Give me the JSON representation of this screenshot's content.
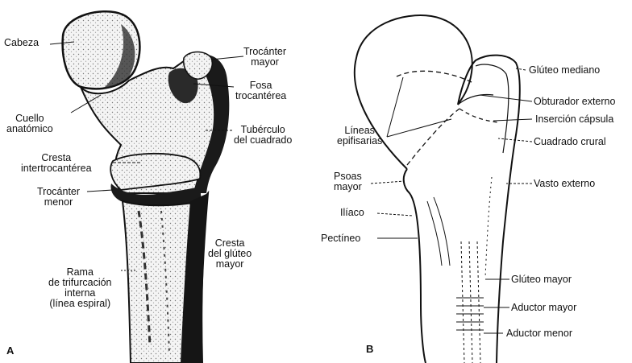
{
  "panel_a": {
    "tag": "A",
    "labels": {
      "cabeza": "Cabeza",
      "cuello": [
        "Cuello",
        "anatómico"
      ],
      "trocanter_mayor": [
        "Trocánter",
        "mayor"
      ],
      "fosa": [
        "Fosa",
        "trocantérea"
      ],
      "tuberculo": [
        "Tubérculo",
        "del cuadrado"
      ],
      "cresta_inter": [
        "Cresta",
        "intertrocantérea"
      ],
      "trocanter_menor": [
        "Trocánter",
        "menor"
      ],
      "cresta_gluteo": [
        "Cresta",
        "del glúteo",
        "mayor"
      ],
      "rama": [
        "Rama",
        "de trifurcación",
        "interna",
        "(línea espiral)"
      ]
    }
  },
  "panel_b": {
    "tag": "B",
    "labels": {
      "gluteo_mediano": "Glúteo mediano",
      "obturador": "Obturador externo",
      "insercion": "Inserción cápsula",
      "cuadrado": "Cuadrado crural",
      "lineas": [
        "Líneas",
        "epifisarias"
      ],
      "psoas": [
        "Psoas",
        "mayor"
      ],
      "iliaco": "Ilíaco",
      "vasto": "Vasto externo",
      "pectineo": "Pectíneo",
      "gluteo_mayor": "Glúteo mayor",
      "aductor_mayor": "Aductor mayor",
      "aductor_menor": "Aductor menor"
    }
  }
}
